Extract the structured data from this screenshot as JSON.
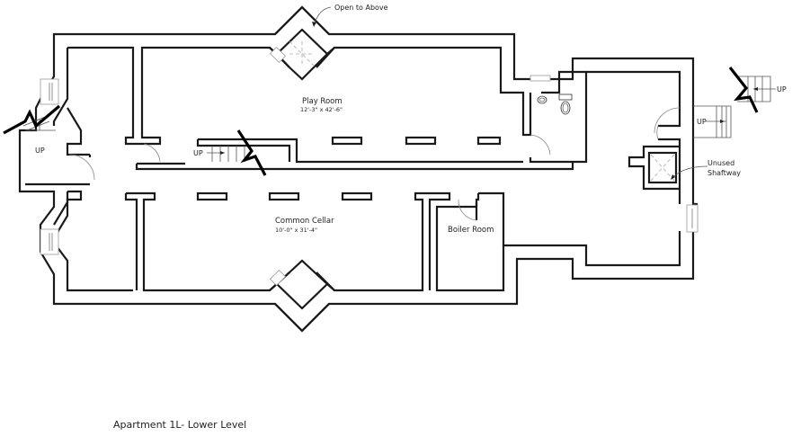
{
  "drawing": {
    "title": "Apartment 1L- Lower Level",
    "line_color": "#1a1a1a"
  },
  "rooms": [
    {
      "name": "Play Room",
      "dimensions": "12'-3\" x 42'-6\""
    },
    {
      "name": "Common Cellar",
      "dimensions": "10'-0\" x 31'-4\""
    },
    {
      "name": "Boiler Room",
      "dimensions": ""
    }
  ],
  "annotations": {
    "open_to_above": "Open to Above",
    "unused_shaftway_line1": "Unused",
    "unused_shaftway_line2": "Shaftway"
  },
  "stairs": [
    {
      "label": "UP",
      "location": "left-entry"
    },
    {
      "label": "UP",
      "location": "center-corridor"
    },
    {
      "label": "UP",
      "location": "right-entry"
    },
    {
      "label": "UP",
      "location": "far-right-exterior"
    }
  ],
  "fixtures": [
    {
      "type": "sink"
    },
    {
      "type": "toilet"
    }
  ]
}
